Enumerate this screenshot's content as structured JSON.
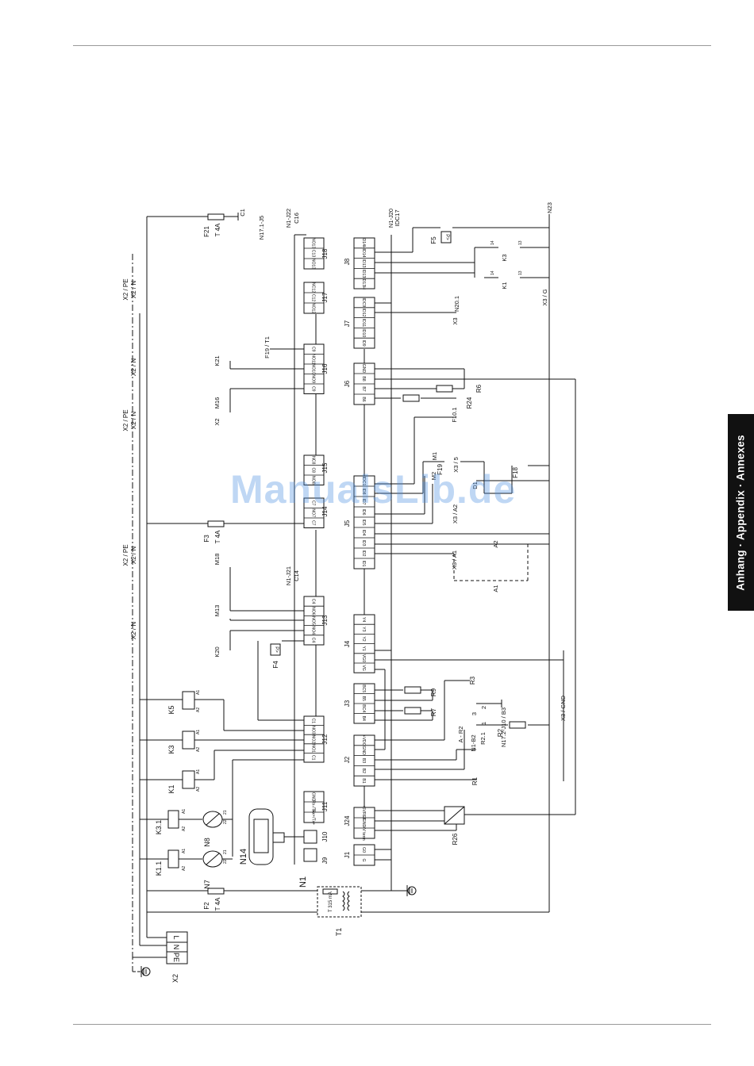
{
  "side_tab": "Anhang · Appendix · Annexes",
  "watermark": "ManualsLib.de",
  "colors": {
    "line": "#111111",
    "tab_bg": "#111111",
    "watermark": "#4a90e2"
  },
  "board": {
    "name": "N1",
    "transformer": "T1",
    "transformer_fuse": "T 315 mA",
    "display": "N14",
    "mains_terminal": "X2"
  },
  "mains": [
    "L",
    "N",
    "PE"
  ],
  "bus_labels": [
    "X2 / PE",
    "X2 / N"
  ],
  "connectors": [
    {
      "name": "J18",
      "pins": [
        "NO13",
        "C13",
        "NO13"
      ]
    },
    {
      "name": "J17",
      "pins": [
        "NC12",
        "C12",
        "NO12"
      ]
    },
    {
      "name": "J16",
      "pins": [
        "C9",
        "NO11",
        "NO10",
        "NO9",
        "C9"
      ]
    },
    {
      "name": "J15",
      "pins": [
        "NC8",
        "C8",
        "NO8"
      ]
    },
    {
      "name": "J14",
      "pins": [
        "C7",
        "NO7",
        "C7"
      ]
    },
    {
      "name": "J13",
      "pins": [
        "C4",
        "NO6",
        "NO5",
        "NO4",
        "C4"
      ]
    },
    {
      "name": "J12",
      "pins": [
        "C1",
        "NO3",
        "NO2",
        "NO1",
        "C1"
      ]
    },
    {
      "name": "J11",
      "pins": [
        "GND",
        "Rx-/Tx-",
        "Rx+/Tx+"
      ]
    },
    {
      "name": "J10",
      "pins": []
    },
    {
      "name": "J9",
      "pins": []
    },
    {
      "name": "J8",
      "pins": [
        "ID14H",
        "ID14",
        "ID13",
        "ID13",
        "ID13H"
      ]
    },
    {
      "name": "J7",
      "pins": [
        "IDC9",
        "ID12",
        "ID11",
        "ID10",
        "ID9"
      ]
    },
    {
      "name": "J6",
      "pins": [
        "GND",
        "B8",
        "B7",
        "B6"
      ]
    },
    {
      "name": "J5",
      "pins": [
        "IDC1",
        "ID8",
        "ID7",
        "ID6",
        "ID5",
        "ID4",
        "ID3",
        "ID2",
        "ID1"
      ]
    },
    {
      "name": "J4",
      "pins": [
        "Y4",
        "Y3",
        "Y2",
        "Y1",
        "VG0",
        "VG"
      ]
    },
    {
      "name": "J3",
      "pins": [
        "BC5",
        "B5",
        "BC4",
        "B4"
      ]
    },
    {
      "name": "J2",
      "pins": [
        "+VDC",
        "GND",
        "B3",
        "B2",
        "B1"
      ]
    },
    {
      "name": "J24",
      "pins": [
        "+5VREF",
        "GND",
        "+V term"
      ]
    },
    {
      "name": "J1",
      "pins": [
        "G0",
        "G"
      ]
    }
  ],
  "fuses": [
    {
      "name": "F21",
      "rating": "T 4A"
    },
    {
      "name": "F3",
      "rating": "T 4A"
    },
    {
      "name": "F2",
      "rating": "T 4A"
    }
  ],
  "relays": [
    "K5",
    "K3",
    "K1",
    "K3.1",
    "K1.1"
  ],
  "coil_terminals": [
    "A1",
    "A2"
  ],
  "contact_terminals": [
    "13",
    "14",
    "21",
    "22"
  ],
  "sensors": [
    "R3",
    "R9",
    "R7",
    "R2",
    "R1",
    "R24",
    "R6",
    "R26"
  ],
  "pressure_switches": [
    "F4",
    "F5",
    "F19",
    "F18"
  ],
  "pressure_symbol": "P>",
  "motor_contacts": [
    "N7",
    "N8"
  ],
  "annotations": [
    "N17.1-J5",
    "C1",
    "N1-J22",
    "C16",
    "N1-J20",
    "IDC17",
    "N23",
    "K3",
    "K1",
    "X3 / G",
    "X3",
    "N20.1",
    "F19 / T1",
    "K21",
    "M16",
    "X2",
    "F10.1",
    "M1",
    "M2",
    "X3 / 5",
    "X3 / A2",
    "X3 / A1",
    "A2",
    "A1",
    "D1",
    "M18",
    "N1-J21",
    "C14",
    "M13",
    "K20",
    "X3 / GND",
    "N17.2-J10 / B3",
    "A - R2",
    "N1-B2",
    "R2.1",
    "3",
    "2",
    "1"
  ]
}
